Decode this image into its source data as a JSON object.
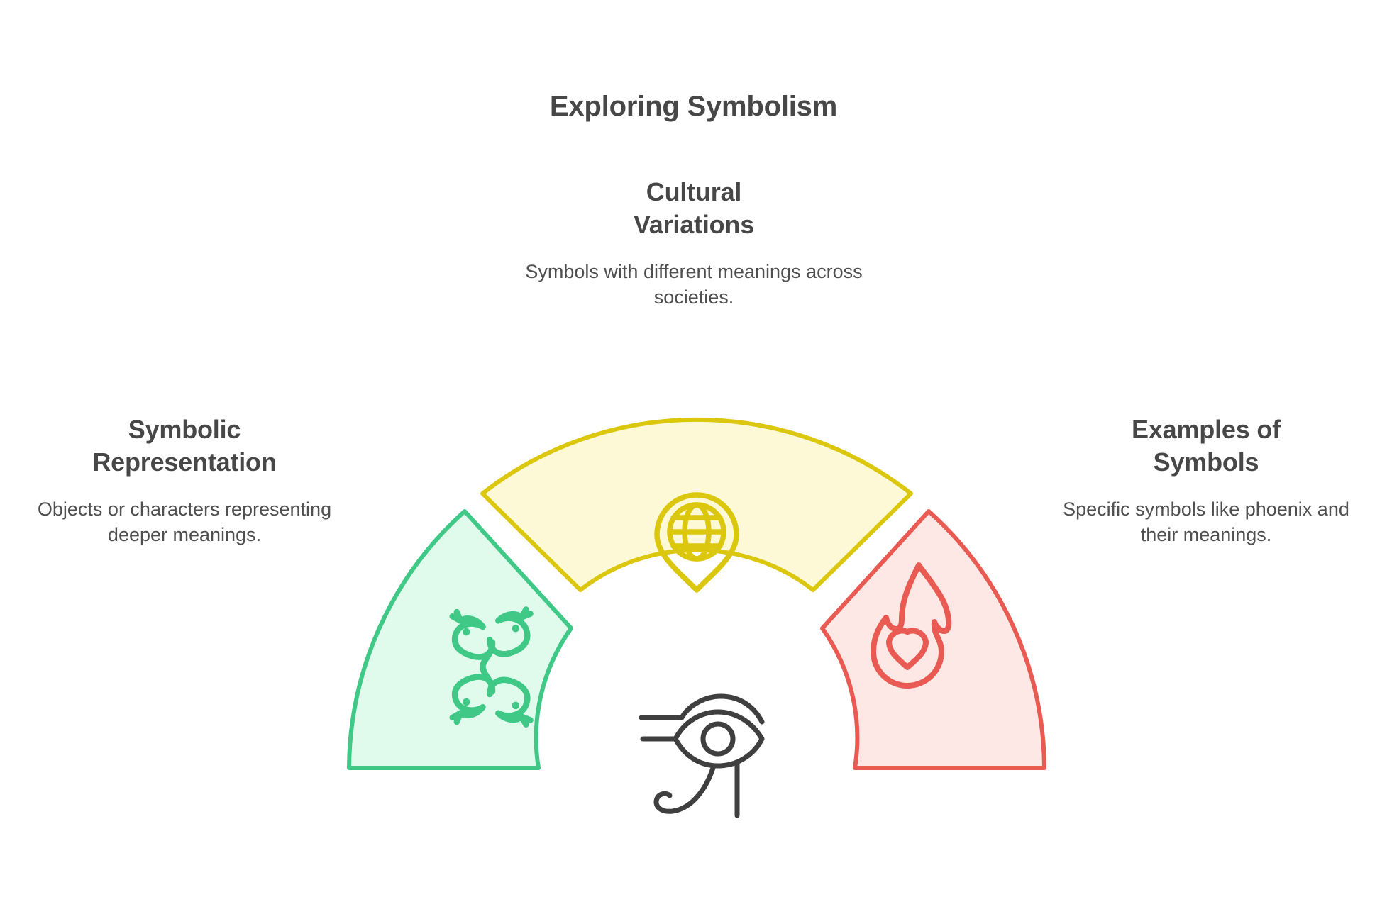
{
  "page": {
    "title": "Exploring Symbolism",
    "background_color": "#ffffff",
    "text_color": "#474747"
  },
  "diagram": {
    "type": "semicircular-segmented-arc",
    "center_icon": {
      "name": "eye-of-horus-icon",
      "color": "#3f3f3f"
    },
    "segments": [
      {
        "id": "symbolic-representation",
        "position": "left",
        "title": "Symbolic\nRepresentation",
        "title_line1": "Symbolic",
        "title_line2": "Representation",
        "description": "Objects or characters representing deeper meanings.",
        "icon": "intertwined-serpents-icon",
        "stroke_color": "#3FC886",
        "fill_color": "#E0FBEC",
        "start_angle": 180,
        "end_angle": 131
      },
      {
        "id": "cultural-variations",
        "position": "center",
        "title": "Cultural\nVariations",
        "title_line1": "Cultural",
        "title_line2": "Variations",
        "description": "Symbols with different meanings across societies.",
        "icon": "globe-location-pin-icon",
        "stroke_color": "#DCC70F",
        "fill_color": "#FDF8D5",
        "start_angle": 128,
        "end_angle": 52
      },
      {
        "id": "examples-of-symbols",
        "position": "right",
        "title": "Examples of\nSymbols",
        "title_line1": "Examples of",
        "title_line2": "Symbols",
        "description": "Specific symbols like phoenix and their meanings.",
        "icon": "flame-heart-icon",
        "stroke_color": "#E85A52",
        "fill_color": "#FEE8E6",
        "start_angle": 49,
        "end_angle": 0
      }
    ]
  }
}
